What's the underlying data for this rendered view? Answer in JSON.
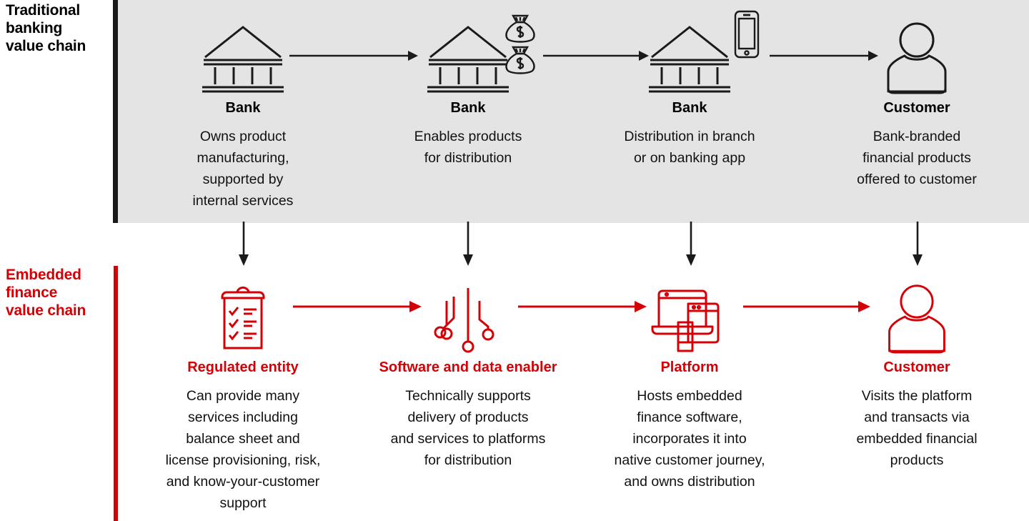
{
  "colors": {
    "red": "#d50005",
    "black": "#1a1a1a",
    "panel_gray": "#e4e4e4",
    "text": "#111111"
  },
  "rows": [
    {
      "id": "traditional",
      "label": "Traditional\nbanking\nvalue chain",
      "accent": "#000000",
      "nodes": [
        {
          "icon": "bank-icon",
          "title": "Bank",
          "desc": "Owns product\nmanufacturing,\nsupported by\ninternal services"
        },
        {
          "icon": "bank-icon",
          "side_icon": "money-bag-icon",
          "title": "Bank",
          "desc": "Enables products\nfor distribution"
        },
        {
          "icon": "bank-icon",
          "side_icon": "mobile-phone-icon",
          "title": "Bank",
          "desc": "Distribution in branch\nor on banking app"
        },
        {
          "icon": "customer-person-icon",
          "title": "Customer",
          "desc": "Bank-branded\nfinancial products\noffered to customer"
        }
      ]
    },
    {
      "id": "embedded",
      "label": "Embedded\nfinance\nvalue chain",
      "accent": "#d50005",
      "nodes": [
        {
          "icon": "clipboard-checklist-icon",
          "title": "Regulated entity",
          "desc": "Can provide many\nservices including\nbalance sheet and\nlicense provisioning, risk,\nand know-your-customer\nsupport"
        },
        {
          "icon": "circuit-board-icon",
          "title": "Software and data enabler",
          "desc": "Technically supports\ndelivery of products\nand services to platforms\nfor distribution"
        },
        {
          "icon": "multi-device-icon",
          "title": "Platform",
          "desc": "Hosts embedded\nfinance software,\nincorporates it into\nnative customer journey,\nand owns distribution"
        },
        {
          "icon": "customer-person-icon",
          "title": "Customer",
          "desc": "Visits the platform\nand transacts via\nembedded financial\nproducts"
        }
      ]
    }
  ],
  "connectors": {
    "horizontal_top": [
      "arrow-right-black",
      "arrow-right-black",
      "arrow-right-black"
    ],
    "horizontal_bottom": [
      "arrow-right-red",
      "arrow-right-red",
      "arrow-right-red"
    ],
    "vertical": [
      "arrow-down-black",
      "arrow-down-black",
      "arrow-down-black",
      "arrow-down-black"
    ]
  }
}
